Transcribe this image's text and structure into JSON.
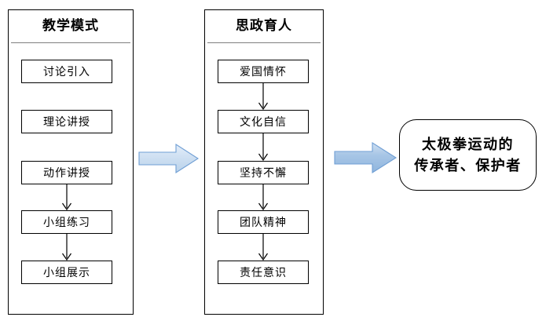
{
  "diagram": {
    "type": "flowchart",
    "columns": [
      {
        "id": "teaching-mode",
        "title": "教学模式",
        "steps": [
          {
            "label": "讨论引入"
          },
          {
            "label": "理论讲授"
          },
          {
            "label": "动作讲授"
          },
          {
            "label": "小组练习"
          },
          {
            "label": "小组展示"
          }
        ],
        "connectors": [
          {
            "from": 2,
            "to": 3
          },
          {
            "from": 3,
            "to": 4
          }
        ]
      },
      {
        "id": "ideological-education",
        "title": "思政育人",
        "steps": [
          {
            "label": "爱国情怀"
          },
          {
            "label": "文化自信"
          },
          {
            "label": "坚持不懈"
          },
          {
            "label": "团队精神"
          },
          {
            "label": "责任意识"
          }
        ],
        "connectors": [
          {
            "from": 0,
            "to": 1
          },
          {
            "from": 1,
            "to": 2
          },
          {
            "from": 2,
            "to": 3
          },
          {
            "from": 3,
            "to": 4
          }
        ]
      }
    ],
    "blue_arrows": [
      {
        "id": "arrow-mode-to-ideology"
      },
      {
        "id": "arrow-ideology-to-result"
      }
    ],
    "result": {
      "line1": "太极拳运动的",
      "line2": "传承者、保护者"
    }
  },
  "colors": {
    "outline": "#000000",
    "divider": "#7f7f7f",
    "arrow_fill_light": "#dbe7f3",
    "arrow_fill_mid": "#c3d8ee",
    "arrow_fill_deep": "#9cbde1",
    "arrow_stroke": "#6f9ed4",
    "background": "#ffffff"
  }
}
